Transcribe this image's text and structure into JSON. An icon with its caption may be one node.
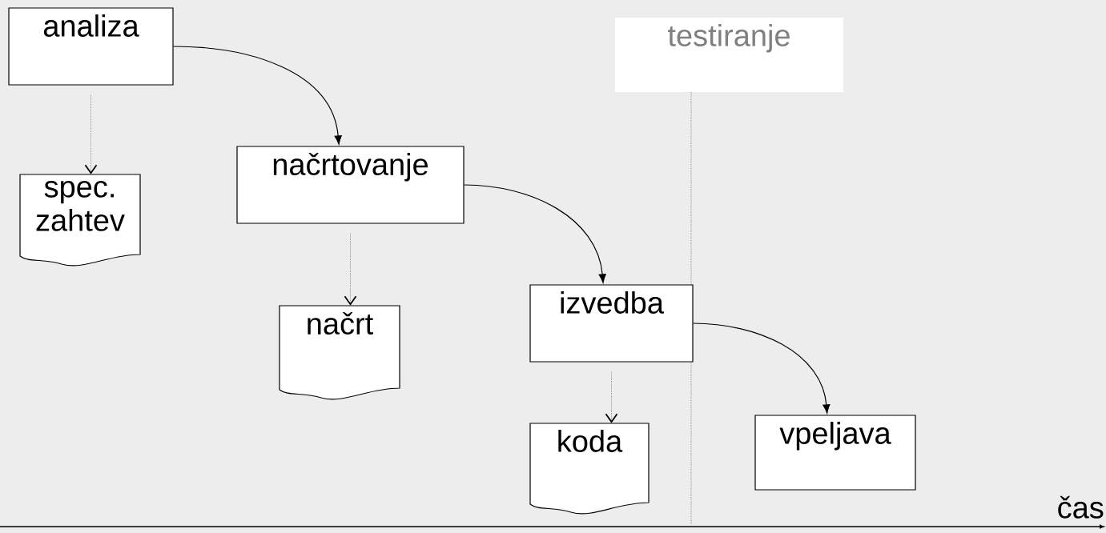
{
  "diagram": {
    "nodes": [
      {
        "text": [
          "analiza"
        ]
      },
      {
        "text": [
          "spec. zahtev"
        ]
      },
      {
        "text": [
          "načrtovanje"
        ]
      },
      {
        "text": [
          "načrt"
        ]
      },
      {
        "text": [
          "izvedba"
        ]
      },
      {
        "text": [
          "koda"
        ]
      },
      {
        "text": [
          "testiranje"
        ]
      },
      {
        "text": [
          "vpeljava"
        ]
      }
    ],
    "edges": [
      {
        "from": 0,
        "to": 2,
        "arrow": "to"
      },
      {
        "from": 2,
        "to": 4,
        "arrow": "to"
      },
      {
        "from": 4,
        "to": 7,
        "arrow": "to"
      },
      {
        "from": 0,
        "to": 1,
        "arrow": "to",
        "style": "dashed",
        "color": "#808080"
      },
      {
        "from": 2,
        "to": 3,
        "arrow": "to",
        "style": "dashed",
        "color": "#808080"
      },
      {
        "from": 4,
        "to": 5,
        "arrow": "to",
        "style": "dashed",
        "color": "#808080"
      }
    ],
    "labels": [
      "čas"
    ]
  }
}
